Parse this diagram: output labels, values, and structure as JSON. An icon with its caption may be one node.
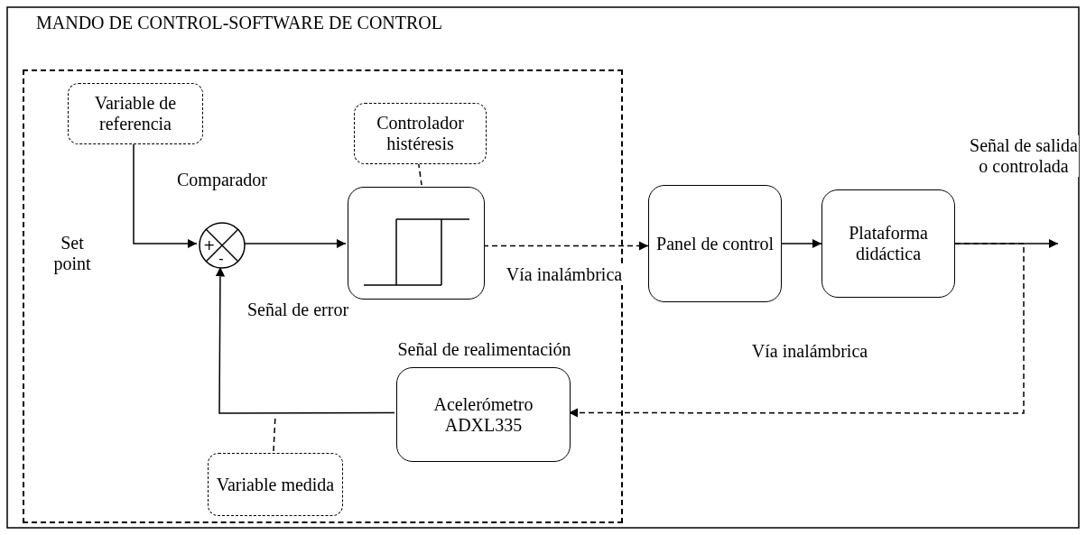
{
  "diagram": {
    "title": "MANDO DE CONTROL-SOFTWARE DE CONTROL",
    "nodes": [
      {
        "text": [],
        "shape": "box"
      },
      {
        "text": [
          "Variable de referencia"
        ],
        "in": 0
      },
      {
        "text": [
          "+",
          "-"
        ],
        "beside": [
          "Comparador"
        ],
        "in": 0
      },
      {
        "text": [],
        "shape": "box",
        "in": 0
      },
      {
        "text": [
          "Controlador histéresis"
        ],
        "in": 0
      },
      {
        "text": [
          "Acelerómetro ADXL335"
        ],
        "beside": [
          "Señal de realimentación"
        ],
        "in": 0
      },
      {
        "text": [
          "Variable medida"
        ],
        "in": 0
      },
      {
        "text": [
          "Panel de control"
        ]
      },
      {
        "text": [
          "Plataforma didáctica"
        ]
      }
    ],
    "edges": [
      {
        "from": 1,
        "to": 2,
        "arrow": "to"
      },
      {
        "from": 2,
        "to": 3,
        "arrow": "to",
        "label": "Señal de error"
      },
      {
        "from": 3,
        "to": 7,
        "arrow": "to",
        "label": "Vía inalámbrica",
        "style": "dashed"
      },
      {
        "from": 7,
        "to": 8,
        "arrow": "to"
      },
      {
        "from": 8,
        "to": null,
        "arrow": "to",
        "label": "Señal de salida o controlada"
      },
      {
        "from": 8,
        "to": 5,
        "arrow": "to",
        "label": "Vía inalámbrica",
        "style": "dashed"
      },
      {
        "from": 5,
        "to": 2,
        "arrow": "to"
      },
      {
        "from": 4,
        "to": 3,
        "arrow": "none",
        "style": "dashed"
      },
      {
        "from": 6,
        "to": null,
        "arrow": "none",
        "style": "dashed"
      }
    ],
    "labels": [
      "Set point"
    ]
  }
}
